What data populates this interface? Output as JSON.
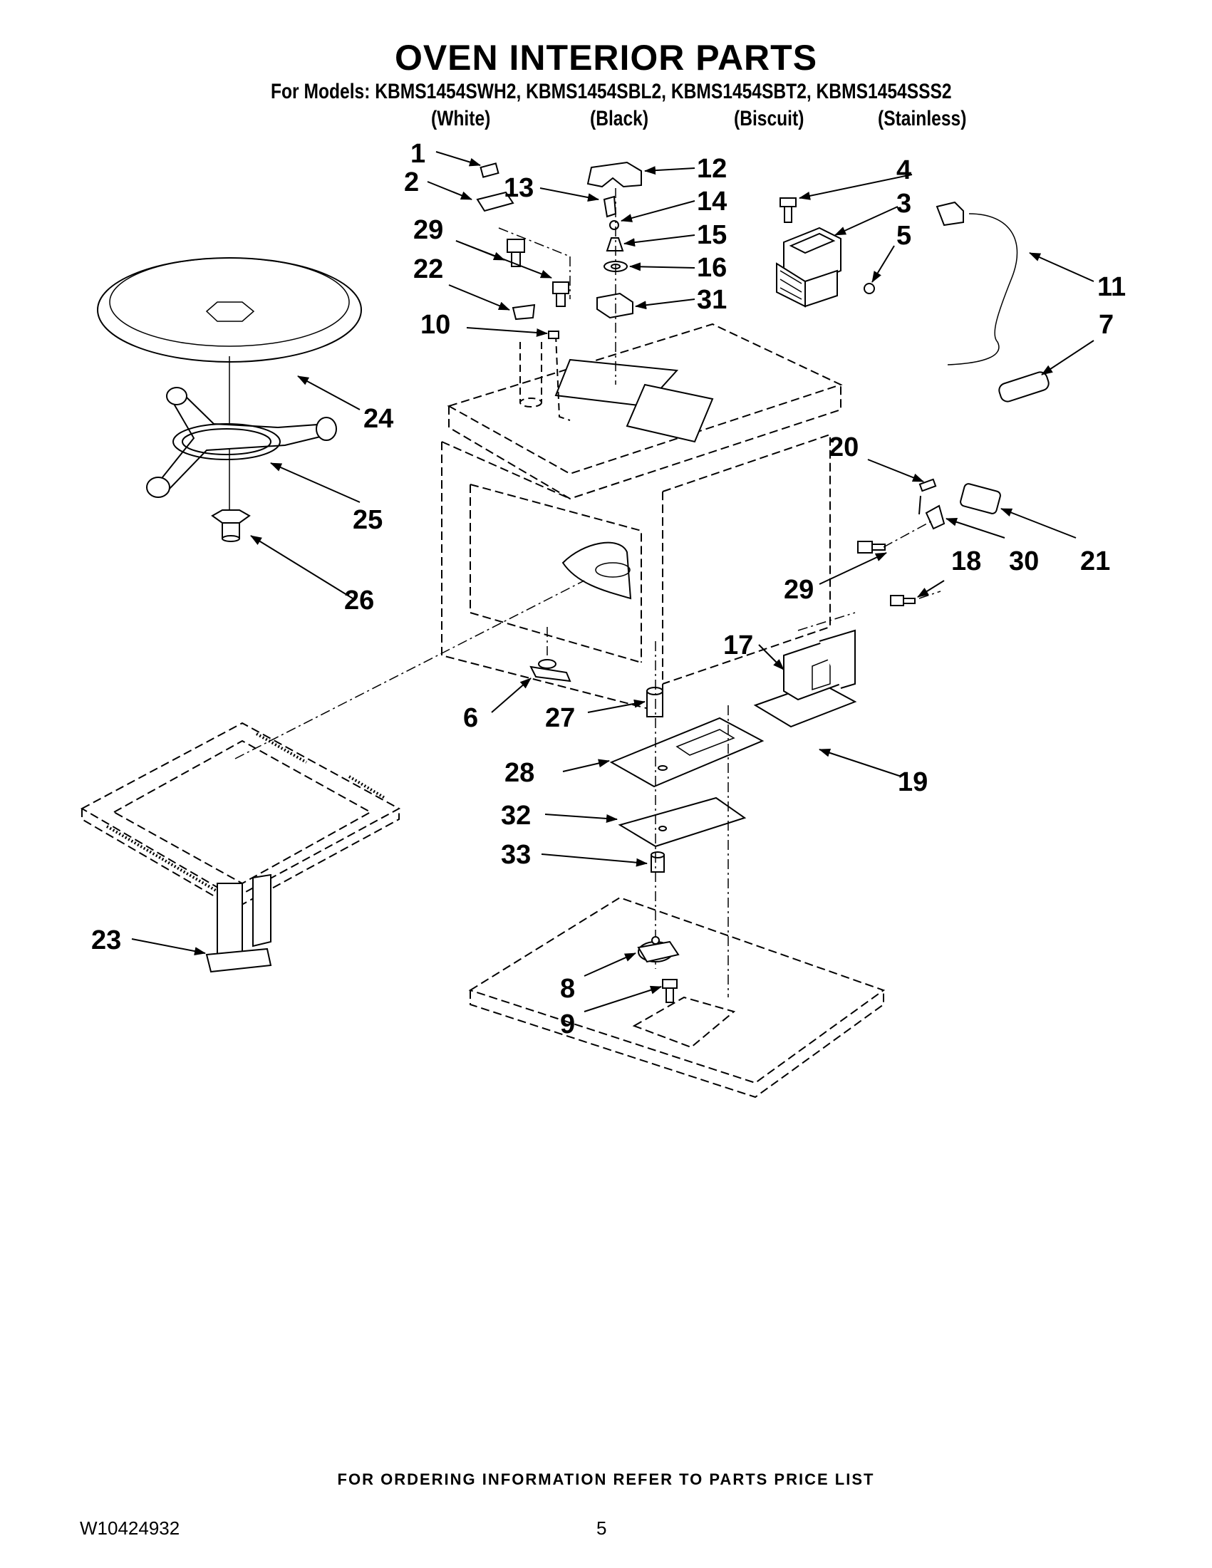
{
  "header": {
    "title": "OVEN INTERIOR PARTS",
    "models": "For Models: KBMS1454SWH2, KBMS1454SBL2, KBMS1454SBT2, KBMS1454SSS2",
    "finishes": [
      "(White)",
      "(Black)",
      "(Biscuit)",
      "(Stainless)"
    ]
  },
  "callouts": [
    "1",
    "2",
    "13",
    "12",
    "14",
    "4",
    "3",
    "29",
    "15",
    "16",
    "22",
    "5",
    "11",
    "31",
    "10",
    "7",
    "24",
    "20",
    "25",
    "21",
    "30",
    "18",
    "29",
    "26",
    "17",
    "6",
    "27",
    "19",
    "28",
    "32",
    "33",
    "23",
    "8",
    "9"
  ],
  "footer": {
    "ordering_note": "FOR ORDERING INFORMATION REFER TO PARTS PRICE LIST",
    "document_number": "W10424932",
    "page_number": "5"
  },
  "colors": {
    "ink": "#000000",
    "paper": "#ffffff"
  }
}
